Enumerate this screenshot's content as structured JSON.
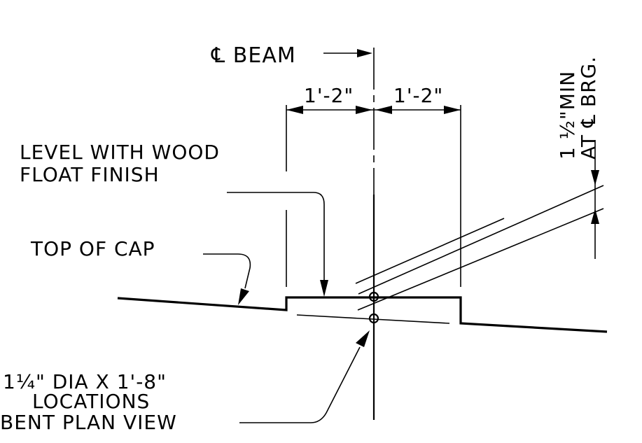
{
  "labels": {
    "cl_beam": "℄ BEAM",
    "dim_left": "1'-2\"",
    "dim_right": "1'-2\"",
    "level_line1": "LEVEL WITH WOOD",
    "level_line2": "FLOAT FINISH",
    "top_of_cap": "TOP OF CAP",
    "dowel_line1": "1¼\" DIA X 1'-8\"",
    "dowel_line2": "LOCATIONS",
    "dowel_line3": "BENT PLAN VIEW",
    "min_line1": "1 ½\"MIN",
    "min_line2": "AT ℄ BRG."
  }
}
